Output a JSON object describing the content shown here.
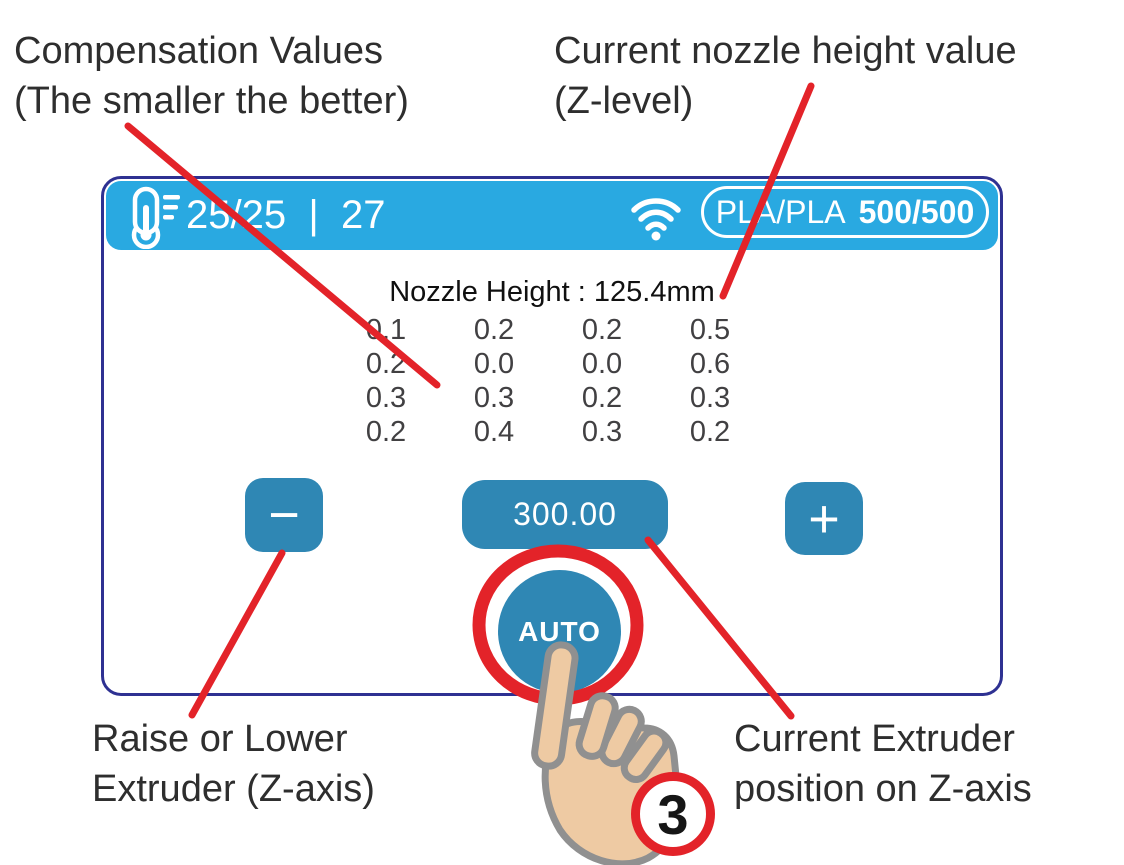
{
  "figure": {
    "step_number": "3"
  },
  "annotations": {
    "compensation": {
      "line1": "Compensation Values",
      "line2": "(The smaller the better)"
    },
    "nozzle": {
      "line1": "Current nozzle height value",
      "line2": "(Z-level)"
    },
    "raise_lower": {
      "line1": "Raise or Lower",
      "line2": "Extruder (Z-axis)"
    },
    "extruder_pos": {
      "line1": "Current Extruder",
      "line2": "position on Z-axis"
    }
  },
  "screen": {
    "status_bar": {
      "thermometer_icon": "thermometer-icon",
      "temperature": "25/25  |  27",
      "wifi_icon": "wifi-icon",
      "filament_type": "PLA/PLA",
      "filament_amount": "500/500"
    },
    "nozzle_height_label": "Nozzle Height : 125.4mm",
    "grid": [
      [
        "0.1",
        "0.2",
        "0.2",
        "0.5"
      ],
      [
        "0.2",
        "0.0",
        "0.0",
        "0.6"
      ],
      [
        "0.3",
        "0.3",
        "0.2",
        "0.3"
      ],
      [
        "0.2",
        "0.4",
        "0.3",
        "0.2"
      ]
    ],
    "z_down_label": "−",
    "z_position_value": "300.00",
    "z_up_label": "+",
    "auto_label": "AUTO"
  },
  "colors": {
    "header_blue": "#29a9e1",
    "button_blue": "#2f87b4",
    "screen_border_navy": "#2e3192",
    "annotation_red": "#e32329",
    "hand_skin": "#eecaa3",
    "hand_outline": "#909090"
  }
}
